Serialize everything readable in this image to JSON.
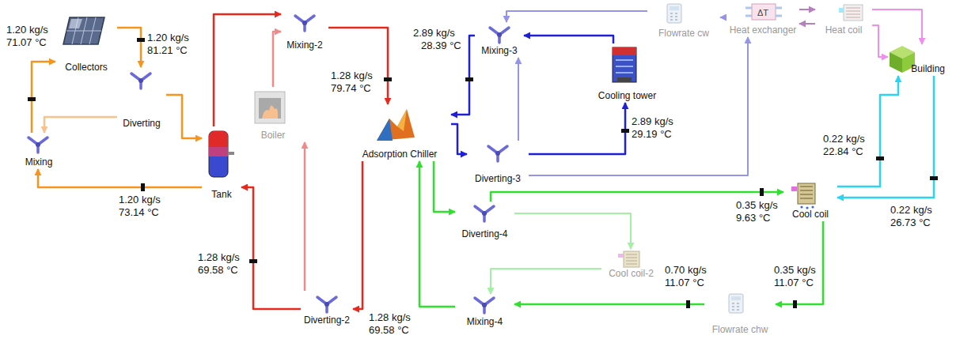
{
  "diagram": {
    "nodes": [
      {
        "text": [
          "Collectors"
        ]
      },
      {
        "text": [
          "Diverting"
        ]
      },
      {
        "text": [
          "Mixing"
        ]
      },
      {
        "text": [
          "Tank"
        ]
      },
      {
        "text": [
          "Boiler"
        ]
      },
      {
        "text": [
          "Mixing-2"
        ]
      },
      {
        "text": [
          "Diverting-2"
        ]
      },
      {
        "text": [
          "Adsorption Chiller"
        ]
      },
      {
        "text": [
          "Mixing-3"
        ]
      },
      {
        "text": [
          "Diverting-3"
        ]
      },
      {
        "text": [
          "Cooling tower"
        ]
      },
      {
        "text": [
          "Flowrate cw"
        ]
      },
      {
        "text": [
          "Heat exchanger"
        ]
      },
      {
        "text": [
          "Heat coil"
        ]
      },
      {
        "text": [
          "Building"
        ]
      },
      {
        "text": [
          "Cool coil"
        ]
      },
      {
        "text": [
          "Diverting-4"
        ]
      },
      {
        "text": [
          "Mixing-4"
        ]
      },
      {
        "text": [
          "Cool coil-2"
        ]
      },
      {
        "text": [
          "Flowrate chw"
        ]
      }
    ],
    "edges": [
      {
        "from": 0,
        "to": 1,
        "arrow": "to"
      },
      {
        "from": 1,
        "to": 3,
        "arrow": "to"
      },
      {
        "from": 1,
        "to": 2,
        "arrow": "to"
      },
      {
        "from": 3,
        "to": 2,
        "arrow": "to"
      },
      {
        "from": 2,
        "to": 0,
        "arrow": "to"
      },
      {
        "from": 3,
        "to": 5,
        "arrow": "to"
      },
      {
        "from": 4,
        "to": 5,
        "arrow": "to"
      },
      {
        "from": 5,
        "to": 7,
        "arrow": "to"
      },
      {
        "from": 7,
        "to": 6,
        "arrow": "to"
      },
      {
        "from": 6,
        "to": 3,
        "arrow": "to"
      },
      {
        "from": 6,
        "to": 4,
        "arrow": "to"
      },
      {
        "from": 7,
        "to": 9,
        "arrow": "to"
      },
      {
        "from": 9,
        "to": 10,
        "arrow": "to"
      },
      {
        "from": 10,
        "to": 8,
        "arrow": "to"
      },
      {
        "from": 8,
        "to": 7,
        "arrow": "to"
      },
      {
        "from": 9,
        "to": 12,
        "arrow": "to"
      },
      {
        "from": 12,
        "to": 11,
        "arrow": "to"
      },
      {
        "from": 11,
        "to": 8,
        "arrow": "to"
      },
      {
        "from": 9,
        "to": 8,
        "arrow": "to"
      },
      {
        "from": 12,
        "to": 13,
        "arrow": "to"
      },
      {
        "from": 13,
        "to": 12,
        "arrow": "to"
      },
      {
        "from": 13,
        "to": 14,
        "arrow": "to"
      },
      {
        "from": 13,
        "to": 14,
        "arrow": "to"
      },
      {
        "from": 15,
        "to": 14,
        "arrow": "to"
      },
      {
        "from": 14,
        "to": 15,
        "arrow": "to"
      },
      {
        "from": 7,
        "to": 16,
        "arrow": "to"
      },
      {
        "from": 16,
        "to": 15,
        "arrow": "to"
      },
      {
        "from": 16,
        "to": 18,
        "arrow": "to"
      },
      {
        "from": 15,
        "to": 19,
        "arrow": "to"
      },
      {
        "from": 19,
        "to": 17,
        "arrow": "to"
      },
      {
        "from": 18,
        "to": 17,
        "arrow": "to"
      },
      {
        "from": 17,
        "to": 7,
        "arrow": "to"
      }
    ],
    "labels": [
      "1.20 kg/s",
      "71.07 °C",
      "1.20 kg/s",
      "81.21 °C",
      "1.20 kg/s",
      "73.14 °C",
      "1.28 kg/s",
      "79.74 °C",
      "1.28 kg/s",
      "69.58 °C",
      "1.28 kg/s",
      "69.58 °C",
      "2.89 kg/s",
      "28.39 °C",
      "2.89 kg/s",
      "29.19 °C",
      "0.22 kg/s",
      "22.84 °C",
      "0.22 kg/s",
      "26.73 °C",
      "0.35 kg/s",
      "9.63 °C",
      "0.70 kg/s",
      "11.07 °C",
      "0.35 kg/s",
      "11.07 °C",
      "ΔT"
    ]
  }
}
